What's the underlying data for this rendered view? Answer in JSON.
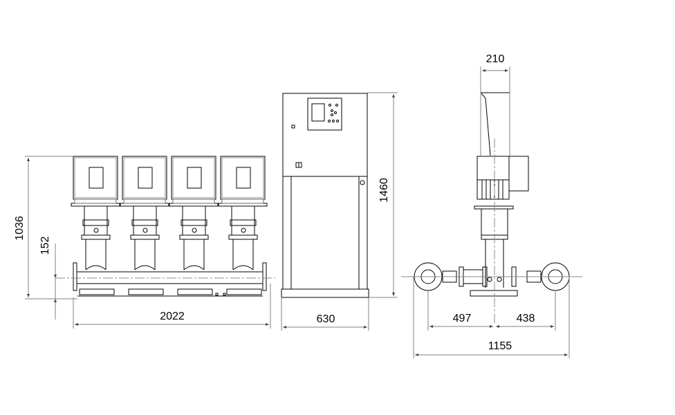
{
  "drawing": {
    "type": "dimensional drawing",
    "views": [
      {
        "name": "front-view",
        "description": "booster set with 4 vertical pumps"
      },
      {
        "name": "control-cabinet-view",
        "description": "control cabinet on stand"
      },
      {
        "name": "side-view",
        "description": "side elevation of booster set"
      }
    ]
  },
  "dimensions": {
    "front_height": "1036",
    "front_inlet_height": "152",
    "front_width": "2022",
    "cabinet_height": "1460",
    "cabinet_width": "630",
    "side_top_width": "210",
    "side_left": "497",
    "side_right": "438",
    "side_total": "1155"
  },
  "colors": {
    "line": "#000000",
    "dimline": "#808080",
    "fill": "#ffffff"
  }
}
